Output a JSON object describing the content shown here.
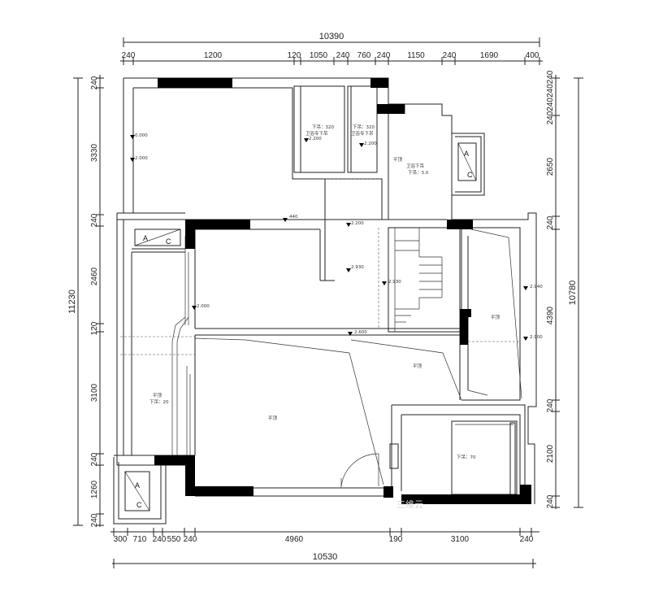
{
  "dimensions": {
    "top_total": "10390",
    "top": [
      "240",
      "1200",
      "120",
      "1050",
      "240",
      "760",
      "240",
      "1150",
      "240",
      "1690",
      "400"
    ],
    "bottom_total": "10530",
    "bottom": [
      "300",
      "710",
      "240",
      "550",
      "240",
      "4960",
      "190",
      "3100",
      "240"
    ],
    "left_total": "11230",
    "left": [
      "240",
      "3330",
      "240",
      "2460",
      "120",
      "3100",
      "240",
      "1260",
      "240"
    ],
    "right_total": "10780",
    "right": [
      "240240240240",
      "2650",
      "240",
      "4390",
      "240",
      "2100",
      "240"
    ]
  },
  "ac_labels": [
    "A",
    "C"
  ],
  "room_notes": {
    "n1": "下吊：320",
    "n2": "卫浴专下吊",
    "n3": "下吊：320",
    "n4": "卫浴专下吊",
    "n5": "卫浴下吊",
    "n6": "下吊：3.0",
    "n7": "平顶",
    "n8": "平顶",
    "n9": "平顶",
    "n10": "平顶",
    "n11": "下吊：20",
    "n12": "下吊：70",
    "n13": "平顶"
  },
  "level_marks": {
    "m1": "0.000",
    "m2": "2.000",
    "m3": "2.200",
    "m4": "2.200",
    "m5": "440",
    "m6": "2.200",
    "m7": "2.930",
    "m8": "2.930",
    "m9": "2.000",
    "m10": "2.600",
    "m11": "2.940",
    "m12": "2.900"
  },
  "watermark": "三维云"
}
